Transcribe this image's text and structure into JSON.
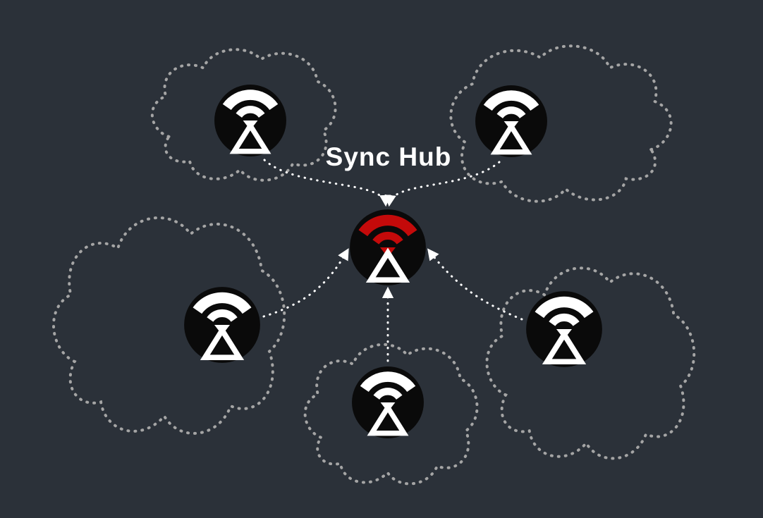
{
  "diagram": {
    "title": "Sync Hub",
    "hub": {
      "name": "sync-hub",
      "satellite_count": 5
    },
    "satellites": [
      {
        "id": "top-left"
      },
      {
        "id": "top-right"
      },
      {
        "id": "mid-left"
      },
      {
        "id": "mid-right"
      },
      {
        "id": "bottom-center"
      }
    ]
  },
  "colors": {
    "background": "#2b3139",
    "node-fill": "#0a0a0a",
    "icon-white": "#ffffff",
    "hub-accent": "#c40a0a",
    "cloud-outline": "#a5a5a5",
    "arrow": "#ffffff",
    "title-text": "#ffffff"
  }
}
